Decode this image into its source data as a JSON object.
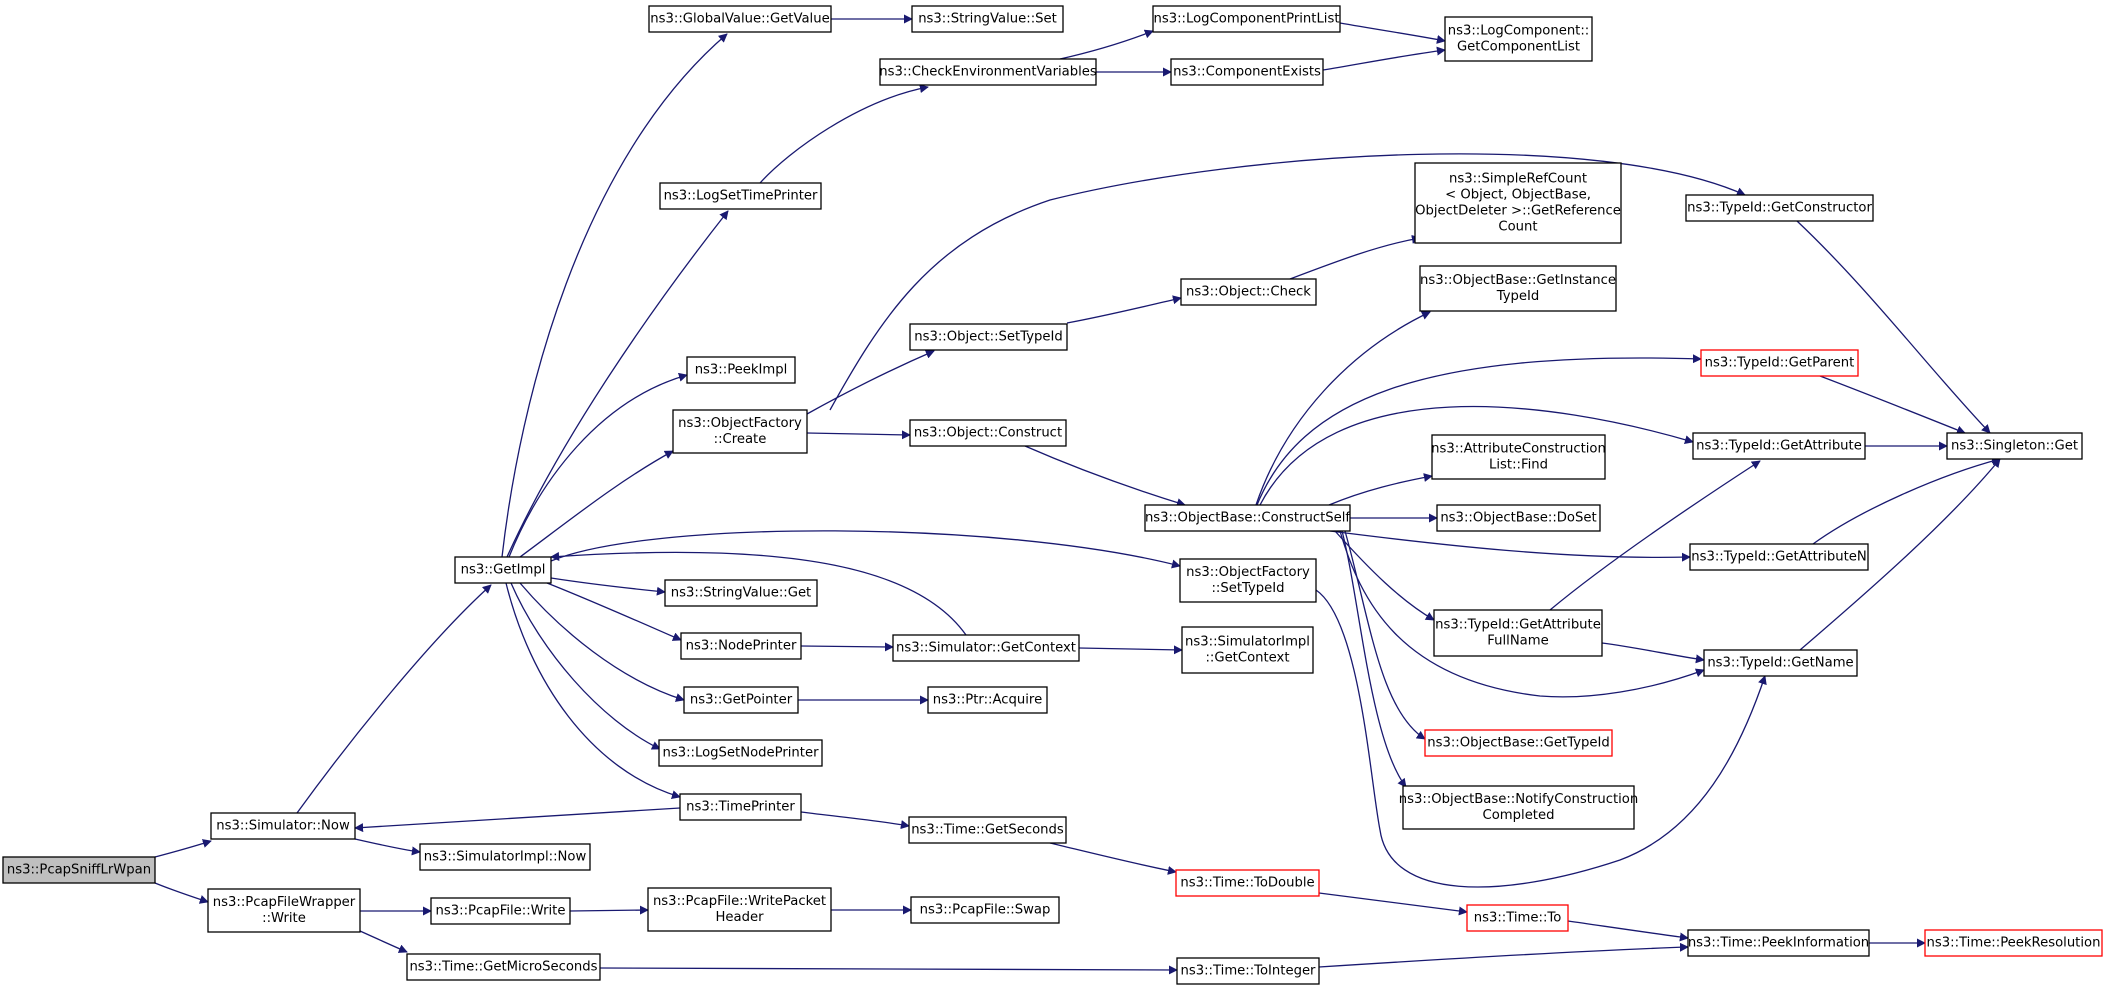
{
  "graph": {
    "colors": {
      "edge": "#191970",
      "node_border": "#000000",
      "node_fill": "#ffffff",
      "truncated_border": "#ff0000",
      "root_fill": "#bfbfbf"
    },
    "nodes": [
      {
        "id": "pcapsniff",
        "lines": [
          "ns3::PcapSniffLrWpan"
        ],
        "root": true
      },
      {
        "id": "simnow",
        "lines": [
          "ns3::Simulator::Now"
        ]
      },
      {
        "id": "pfwwrite",
        "lines": [
          "ns3::PcapFileWrapper",
          "::Write"
        ]
      },
      {
        "id": "getimpl",
        "lines": [
          "ns3::GetImpl"
        ]
      },
      {
        "id": "simimplnow",
        "lines": [
          "ns3::SimulatorImpl::Now"
        ]
      },
      {
        "id": "pfwrite",
        "lines": [
          "ns3::PcapFile::Write"
        ]
      },
      {
        "id": "getmicro",
        "lines": [
          "ns3::Time::GetMicroSeconds"
        ]
      },
      {
        "id": "gvget",
        "lines": [
          "ns3::GlobalValue::GetValue"
        ]
      },
      {
        "id": "logsettime",
        "lines": [
          "ns3::LogSetTimePrinter"
        ]
      },
      {
        "id": "peekimpl",
        "lines": [
          "ns3::PeekImpl"
        ]
      },
      {
        "id": "ofcreate",
        "lines": [
          "ns3::ObjectFactory",
          "::Create"
        ]
      },
      {
        "id": "svget",
        "lines": [
          "ns3::StringValue::Get"
        ]
      },
      {
        "id": "nodeprinter",
        "lines": [
          "ns3::NodePrinter"
        ]
      },
      {
        "id": "getpointer",
        "lines": [
          "ns3::GetPointer"
        ]
      },
      {
        "id": "logsetnode",
        "lines": [
          "ns3::LogSetNodePrinter"
        ]
      },
      {
        "id": "timeprinter",
        "lines": [
          "ns3::TimePrinter"
        ]
      },
      {
        "id": "svset",
        "lines": [
          "ns3::StringValue::Set"
        ]
      },
      {
        "id": "checkenv",
        "lines": [
          "ns3::CheckEnvironmentVariables"
        ]
      },
      {
        "id": "objsettid",
        "lines": [
          "ns3::Object::SetTypeId"
        ]
      },
      {
        "id": "objconstruct",
        "lines": [
          "ns3::Object::Construct"
        ]
      },
      {
        "id": "simgetctx",
        "lines": [
          "ns3::Simulator::GetContext"
        ]
      },
      {
        "id": "ptracquire",
        "lines": [
          "ns3::Ptr::Acquire"
        ]
      },
      {
        "id": "getseconds",
        "lines": [
          "ns3::Time::GetSeconds"
        ]
      },
      {
        "id": "pfwph",
        "lines": [
          "ns3::PcapFile::WritePacket",
          "Header"
        ]
      },
      {
        "id": "pfswap",
        "lines": [
          "ns3::PcapFile::Swap"
        ]
      },
      {
        "id": "logcpl",
        "lines": [
          "ns3::LogComponentPrintList"
        ]
      },
      {
        "id": "compexists",
        "lines": [
          "ns3::ComponentExists"
        ]
      },
      {
        "id": "objcheck",
        "lines": [
          "ns3::Object::Check"
        ]
      },
      {
        "id": "obconstructself",
        "lines": [
          "ns3::ObjectBase::ConstructSelf"
        ]
      },
      {
        "id": "ofsettid",
        "lines": [
          "ns3::ObjectFactory",
          "::SetTypeId"
        ]
      },
      {
        "id": "simimplctx",
        "lines": [
          "ns3::SimulatorImpl",
          "::GetContext"
        ]
      },
      {
        "id": "todouble",
        "lines": [
          "ns3::Time::ToDouble"
        ],
        "truncated": true
      },
      {
        "id": "tointeger",
        "lines": [
          "ns3::Time::ToInteger"
        ]
      },
      {
        "id": "lcgcl",
        "lines": [
          "ns3::LogComponent::",
          "GetComponentList"
        ]
      },
      {
        "id": "srcgrc",
        "lines": [
          "ns3::SimpleRefCount",
          "< Object, ObjectBase,",
          "ObjectDeleter >::GetReference",
          "Count"
        ]
      },
      {
        "id": "obgetinst",
        "lines": [
          "ns3::ObjectBase::GetInstance",
          "TypeId"
        ]
      },
      {
        "id": "aclfind",
        "lines": [
          "ns3::AttributeConstruction",
          "List::Find"
        ]
      },
      {
        "id": "obdoset",
        "lines": [
          "ns3::ObjectBase::DoSet"
        ]
      },
      {
        "id": "tidgafn",
        "lines": [
          "ns3::TypeId::GetAttribute",
          "FullName"
        ]
      },
      {
        "id": "obgettid",
        "lines": [
          "ns3::ObjectBase::GetTypeId"
        ],
        "truncated": true
      },
      {
        "id": "obnotify",
        "lines": [
          "ns3::ObjectBase::NotifyConstruction",
          "Completed"
        ]
      },
      {
        "id": "timeto",
        "lines": [
          "ns3::Time::To"
        ],
        "truncated": true
      },
      {
        "id": "tidgetctor",
        "lines": [
          "ns3::TypeId::GetConstructor"
        ]
      },
      {
        "id": "tidgetparent",
        "lines": [
          "ns3::TypeId::GetParent"
        ],
        "truncated": true
      },
      {
        "id": "tidgetattr",
        "lines": [
          "ns3::TypeId::GetAttribute"
        ]
      },
      {
        "id": "tidgetattrn",
        "lines": [
          "ns3::TypeId::GetAttributeN"
        ]
      },
      {
        "id": "tidgetname",
        "lines": [
          "ns3::TypeId::GetName"
        ]
      },
      {
        "id": "peekinfo",
        "lines": [
          "ns3::Time::PeekInformation"
        ]
      },
      {
        "id": "singletonget",
        "lines": [
          "ns3::Singleton::Get"
        ]
      },
      {
        "id": "peekres",
        "lines": [
          "ns3::Time::PeekResolution"
        ],
        "truncated": true
      }
    ],
    "edges": [
      [
        "pcapsniff",
        "simnow"
      ],
      [
        "pcapsniff",
        "pfwwrite"
      ],
      [
        "simnow",
        "getimpl"
      ],
      [
        "simnow",
        "simimplnow"
      ],
      [
        "pfwwrite",
        "pfwrite"
      ],
      [
        "pfwwrite",
        "getmicro"
      ],
      [
        "getimpl",
        "gvget"
      ],
      [
        "getimpl",
        "logsettime"
      ],
      [
        "getimpl",
        "peekimpl"
      ],
      [
        "getimpl",
        "ofcreate"
      ],
      [
        "getimpl",
        "ofsettid"
      ],
      [
        "getimpl",
        "svget"
      ],
      [
        "getimpl",
        "nodeprinter"
      ],
      [
        "getimpl",
        "getpointer"
      ],
      [
        "getimpl",
        "logsetnode"
      ],
      [
        "getimpl",
        "timeprinter"
      ],
      [
        "gvget",
        "svset"
      ],
      [
        "logsettime",
        "checkenv"
      ],
      [
        "checkenv",
        "logcpl"
      ],
      [
        "checkenv",
        "compexists"
      ],
      [
        "logcpl",
        "lcgcl"
      ],
      [
        "compexists",
        "lcgcl"
      ],
      [
        "ofcreate",
        "tidgetctor"
      ],
      [
        "ofcreate",
        "objsettid"
      ],
      [
        "ofcreate",
        "objconstruct"
      ],
      [
        "objsettid",
        "objcheck"
      ],
      [
        "objcheck",
        "srcgrc"
      ],
      [
        "objconstruct",
        "obconstructself"
      ],
      [
        "obconstructself",
        "obgetinst"
      ],
      [
        "obconstructself",
        "tidgetparent"
      ],
      [
        "obconstructself",
        "tidgetattr"
      ],
      [
        "obconstructself",
        "aclfind"
      ],
      [
        "obconstructself",
        "obdoset"
      ],
      [
        "obconstructself",
        "tidgetattrn"
      ],
      [
        "obconstructself",
        "tidgafn"
      ],
      [
        "obconstructself",
        "tidgetname"
      ],
      [
        "obconstructself",
        "obgettid"
      ],
      [
        "obconstructself",
        "obnotify"
      ],
      [
        "tidgafn",
        "tidgetattr"
      ],
      [
        "tidgafn",
        "tidgetname"
      ],
      [
        "tidgetctor",
        "singletonget"
      ],
      [
        "tidgetparent",
        "singletonget"
      ],
      [
        "tidgetattr",
        "singletonget"
      ],
      [
        "tidgetattrn",
        "singletonget"
      ],
      [
        "tidgetname",
        "singletonget"
      ],
      [
        "ofsettid",
        "tidgetname"
      ],
      [
        "nodeprinter",
        "simgetctx"
      ],
      [
        "simgetctx",
        "getimpl"
      ],
      [
        "simgetctx",
        "simimplctx"
      ],
      [
        "getpointer",
        "ptracquire"
      ],
      [
        "timeprinter",
        "simnow"
      ],
      [
        "timeprinter",
        "getseconds"
      ],
      [
        "getseconds",
        "todouble"
      ],
      [
        "todouble",
        "timeto"
      ],
      [
        "timeto",
        "peekinfo"
      ],
      [
        "pfwrite",
        "pfwph"
      ],
      [
        "pfwph",
        "pfswap"
      ],
      [
        "getmicro",
        "tointeger"
      ],
      [
        "tointeger",
        "peekinfo"
      ],
      [
        "peekinfo",
        "peekres"
      ]
    ]
  }
}
